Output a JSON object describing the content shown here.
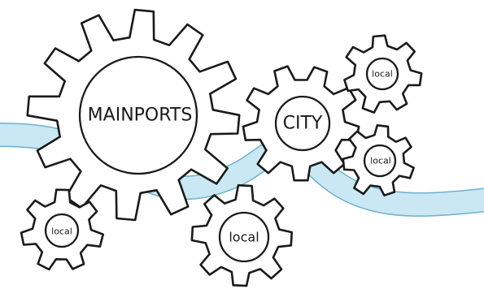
{
  "colors": {
    "river_fill": "#c9e8f3",
    "river_edge": "#6fb0cc",
    "gear_stroke": "#1a1a1a",
    "gear_fill": "#ffffff",
    "background": "#ffffff"
  },
  "gears": [
    {
      "id": "mainports",
      "label": "MAINPORTS"
    },
    {
      "id": "city",
      "label": "CITY"
    },
    {
      "id": "local-top-right",
      "label": "local"
    },
    {
      "id": "local-mid-right",
      "label": "local"
    },
    {
      "id": "local-bottom-center",
      "label": "local"
    },
    {
      "id": "local-bottom-left",
      "label": "local"
    }
  ]
}
